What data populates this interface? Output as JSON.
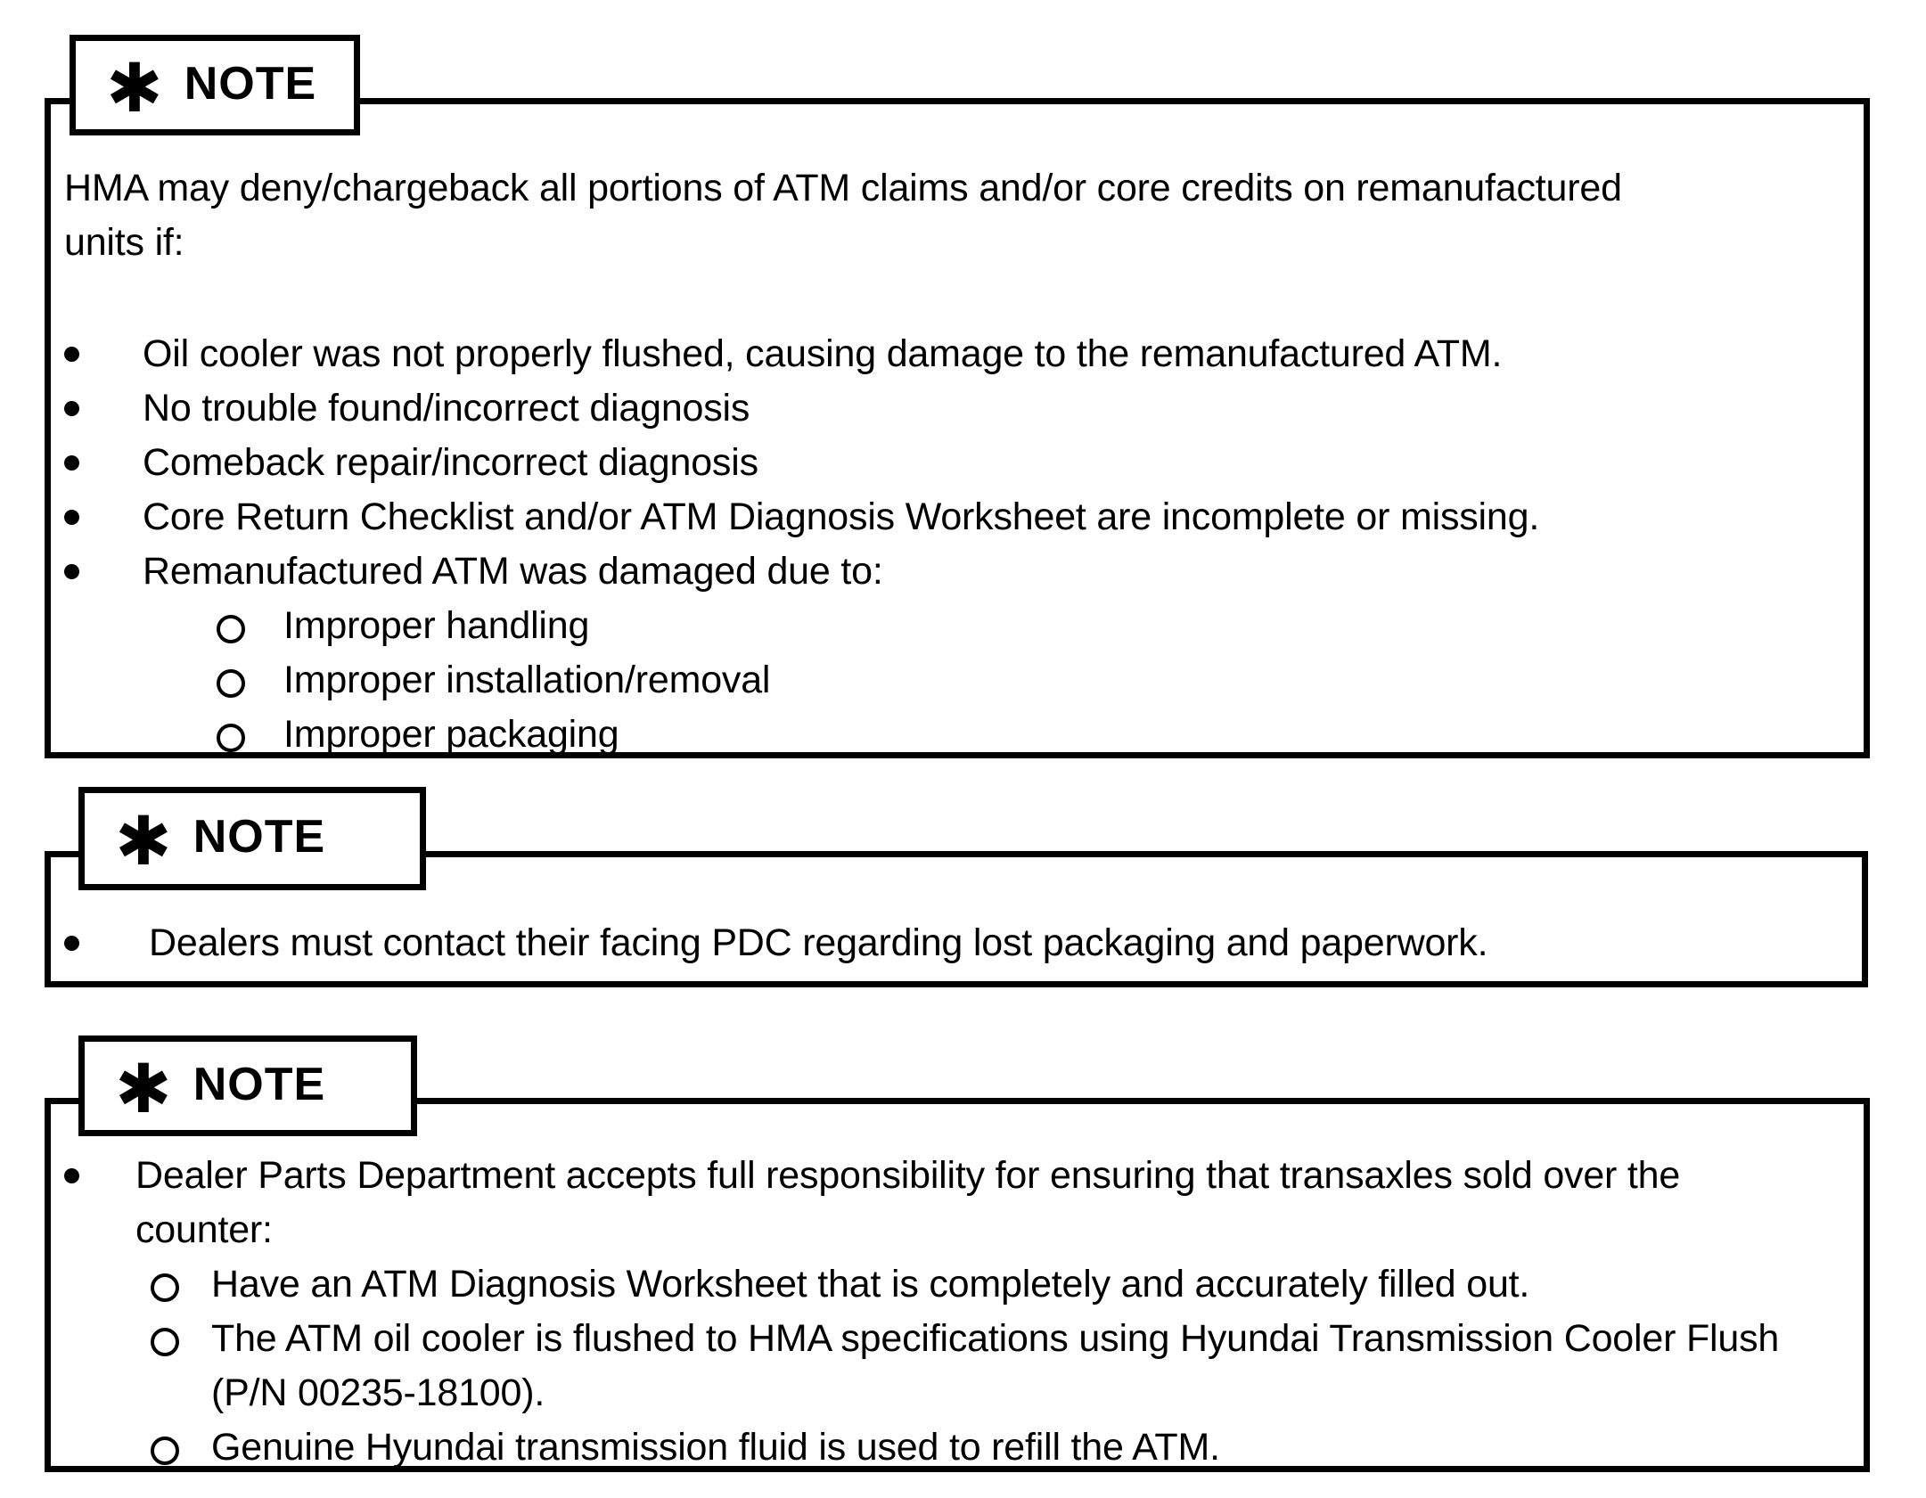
{
  "page": {
    "background": "#ffffff",
    "border_color": "#000000",
    "text_color": "#000000"
  },
  "note_boxes": [
    {
      "tab": {
        "icon": "✱",
        "label": "NOTE"
      },
      "intro": "HMA may deny/chargeback all portions of ATM claims and/or core credits on remanufactured units if:",
      "bullets": [
        {
          "text": "Oil cooler was not properly flushed, causing damage to the remanufactured ATM.",
          "sub": []
        },
        {
          "text": "No trouble found/incorrect diagnosis",
          "sub": []
        },
        {
          "text": "Comeback repair/incorrect diagnosis",
          "sub": []
        },
        {
          "text": "Core Return Checklist and/or ATM Diagnosis Worksheet are incomplete or missing.",
          "sub": []
        },
        {
          "text": "Remanufactured ATM was damaged due to:",
          "sub": [
            "Improper handling",
            "Improper installation/removal",
            "Improper packaging"
          ]
        }
      ]
    },
    {
      "tab": {
        "icon": "✱",
        "label": "NOTE"
      },
      "intro": "",
      "bullets": [
        {
          "text": "Dealers must contact their facing PDC regarding lost packaging and paperwork.",
          "sub": []
        }
      ]
    },
    {
      "tab": {
        "icon": "✱",
        "label": "NOTE"
      },
      "intro": "",
      "bullets": [
        {
          "text": "Dealer Parts Department accepts full responsibility for ensuring that transaxles sold over the counter:",
          "sub": [
            "Have an ATM Diagnosis Worksheet that is completely and accurately filled out.",
            "The ATM oil cooler is flushed to HMA specifications using Hyundai Transmission Cooler Flush (P/N 00235-18100).",
            "Genuine Hyundai transmission fluid is used to refill the ATM."
          ]
        }
      ]
    }
  ]
}
